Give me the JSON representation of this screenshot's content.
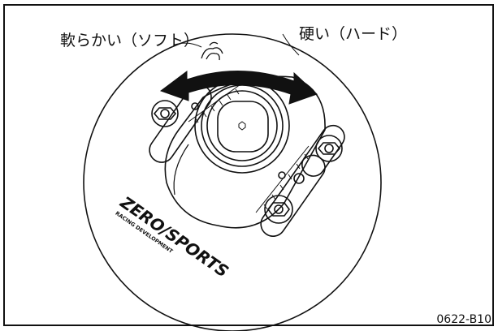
{
  "labels": {
    "soft": "軟らかい（ソフト）",
    "hard": "硬い（ハード）"
  },
  "brand": {
    "logo_text": "ZERO/SPORTS",
    "sub_text": "RACING DEVELOPMENT"
  },
  "figure_number": "0622-B10",
  "colors": {
    "line": "#111111",
    "arrow": "#111111",
    "background": "#ffffff"
  },
  "icons": [
    "adjust-arrow-icon",
    "hand-twist-icon",
    "hex-bolt-icon",
    "brand-logo"
  ]
}
